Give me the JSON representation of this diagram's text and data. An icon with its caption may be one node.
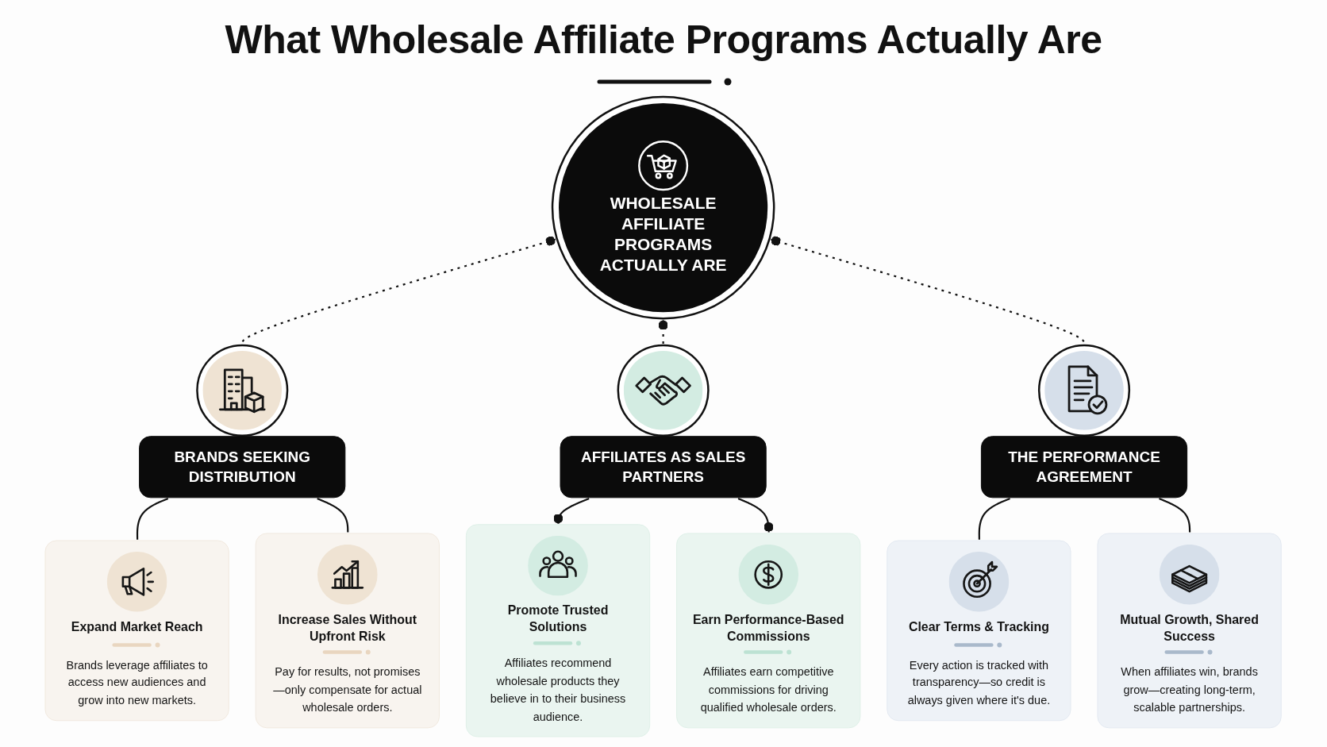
{
  "diagram": {
    "title": "What Wholesale Affiliate Programs Actually Are",
    "nodes": [
      {
        "text": [
          "WHOLESALE AFFILIATE PROGRAMS ACTUALLY ARE"
        ]
      },
      {
        "text": [],
        "shape": "circle"
      },
      {
        "text": [
          "BRANDS SEEKING DISTRIBUTION"
        ]
      },
      {
        "text": [
          "Expand Market Reach",
          "Brands leverage affiliates to access new audiences and grow into new markets."
        ]
      },
      {
        "text": [
          "Increase Sales Without Upfront Risk",
          "Pay for results, not promises—only compensate for actual wholesale orders."
        ]
      },
      {
        "text": [],
        "shape": "circle"
      },
      {
        "text": [
          "AFFILIATES AS SALES PARTNERS"
        ]
      },
      {
        "text": [
          "Promote Trusted Solutions",
          "Affiliates recommend wholesale products they believe in to their business audience."
        ]
      },
      {
        "text": [
          "Earn Performance-Based Commissions",
          "Affiliates earn competitive commissions for driving qualified wholesale orders."
        ]
      },
      {
        "text": [],
        "shape": "circle"
      },
      {
        "text": [
          "THE PERFORMANCE AGREEMENT"
        ]
      },
      {
        "text": [
          "Clear Terms & Tracking",
          "Every action is tracked with transparency—so credit is always given where it's due."
        ]
      },
      {
        "text": [
          "Mutual Growth, Shared Success",
          "When affiliates win, brands grow—creating long-term, scalable partnerships."
        ]
      }
    ],
    "edges": [
      {
        "from": 1,
        "to": 0,
        "arrow": "other",
        "style": "dashed"
      },
      {
        "from": 5,
        "to": 0,
        "arrow": "other",
        "style": "dashed"
      },
      {
        "from": 9,
        "to": 0,
        "arrow": "other",
        "style": "dashed"
      },
      {
        "from": 2,
        "to": 3,
        "arrow": "none"
      },
      {
        "from": 2,
        "to": 4,
        "arrow": "none"
      },
      {
        "from": 6,
        "to": 7,
        "arrow": "other"
      },
      {
        "from": 6,
        "to": 8,
        "arrow": "other"
      },
      {
        "from": 10,
        "to": 11,
        "arrow": "none"
      },
      {
        "from": 10,
        "to": 12,
        "arrow": "none"
      }
    ]
  }
}
